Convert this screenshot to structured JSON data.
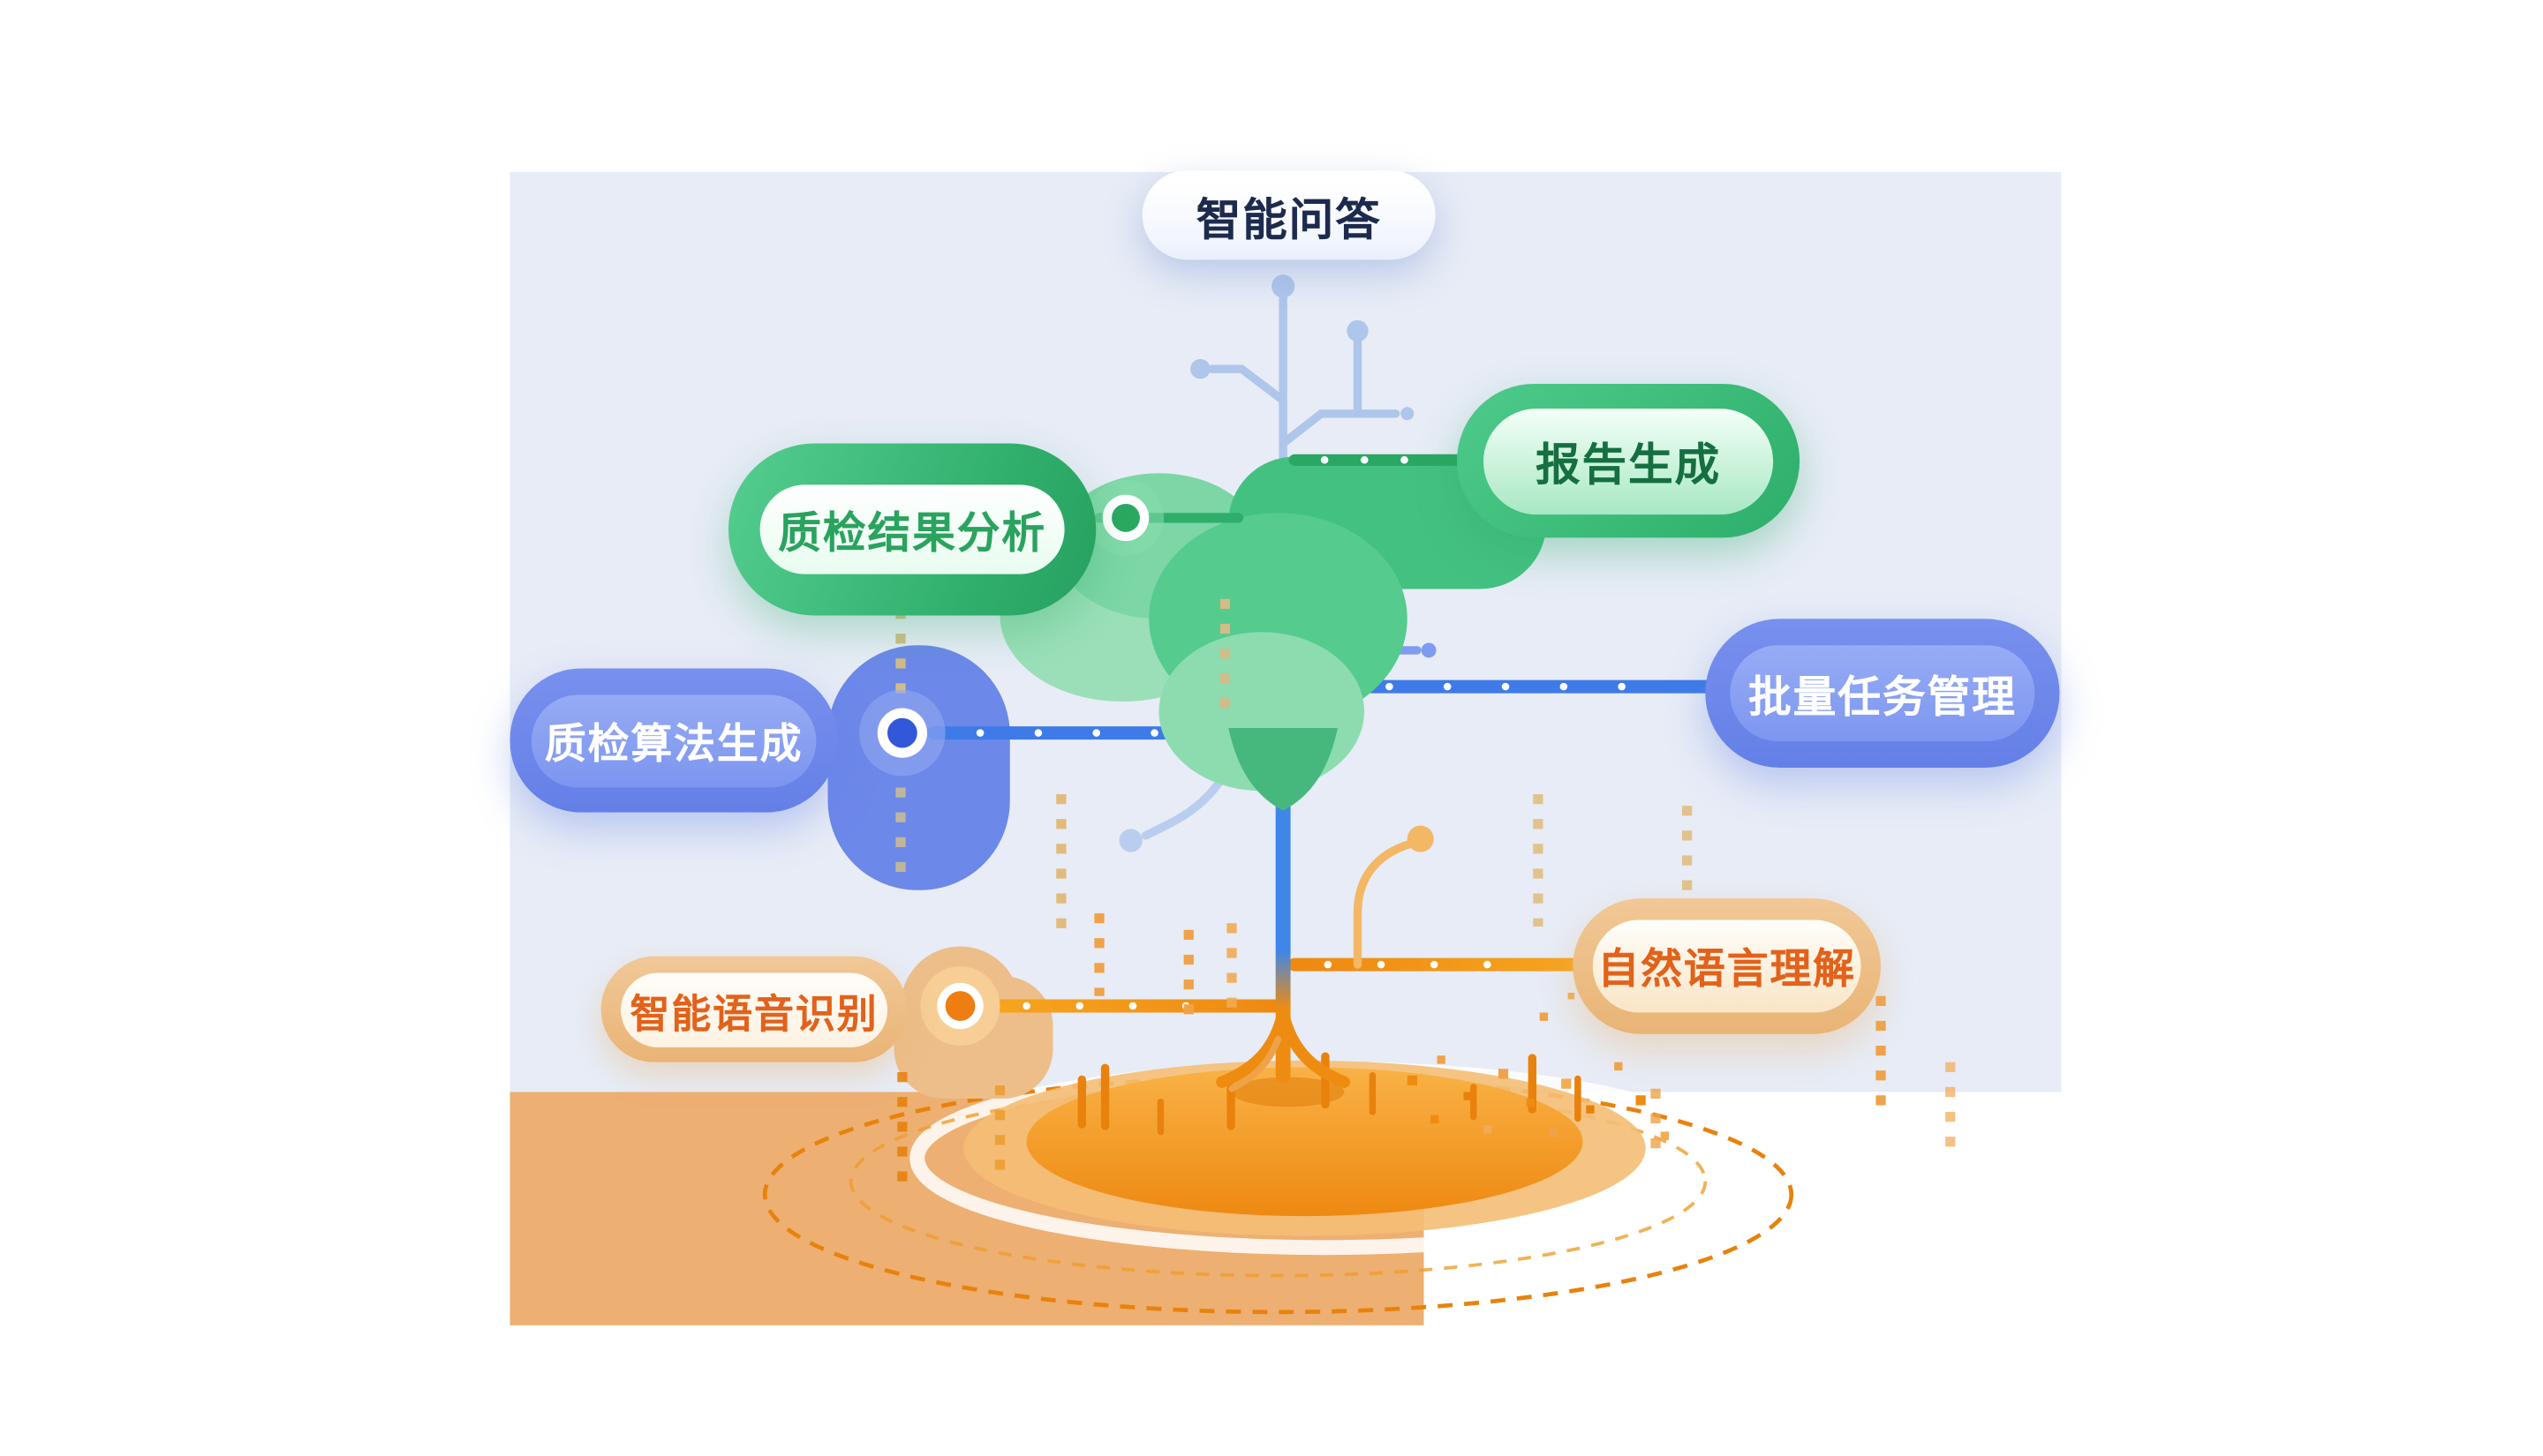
{
  "diagram": {
    "nodes": {
      "qa": {
        "label": "智能问答"
      },
      "report": {
        "label": "报告生成"
      },
      "analysis": {
        "label": "质检结果分析"
      },
      "batch": {
        "label": "批量任务管理"
      },
      "algorithm": {
        "label": "质检算法生成"
      },
      "nlu": {
        "label": "自然语言理解"
      },
      "asr": {
        "label": "智能语音识别"
      }
    },
    "palette": {
      "panel_background": "#e7ecf6",
      "ground": "#edaf72",
      "green": "#2fae6b",
      "blue_pill": "#6c88e9",
      "line_blue": "#3e7be8",
      "orange": "#f49d14",
      "tan": "#edbe8a",
      "text_dark": "#1c2b4d",
      "text_green": "#2aa35f",
      "text_orange": "#e2621b"
    }
  }
}
